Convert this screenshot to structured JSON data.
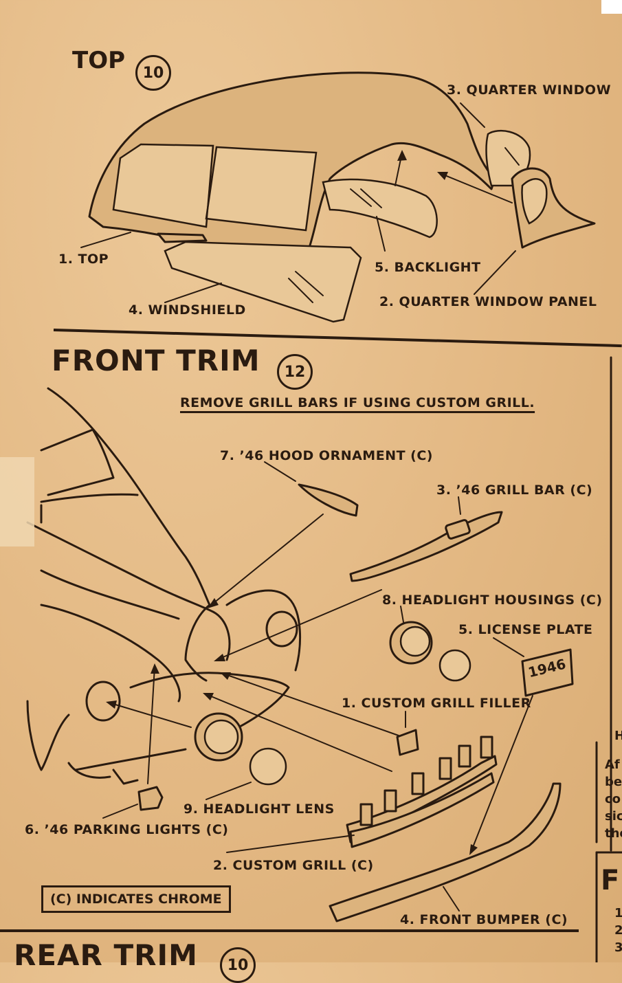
{
  "top": {
    "title": "TOP",
    "number": "10",
    "labels": {
      "top": "1. TOP",
      "quarter_window_panel": "2. QUARTER WINDOW PANEL",
      "quarter_window": "3. QUARTER WINDOW",
      "windshield": "4. WINDSHIELD",
      "backlight": "5. BACKLIGHT"
    }
  },
  "front_trim": {
    "title": "FRONT TRIM",
    "number": "12",
    "instruction": "REMOVE GRILL BARS IF USING CUSTOM GRILL.",
    "labels": {
      "custom_grill_filler": "1. CUSTOM GRILL FILLER",
      "custom_grill": "2. CUSTOM GRILL (C)",
      "grill_bar": "3. ’46 GRILL BAR (C)",
      "front_bumper": "4. FRONT BUMPER (C)",
      "license_plate": "5. LICENSE PLATE",
      "parking_lights": "6. ’46 PARKING LIGHTS (C)",
      "hood_ornament": "7. ’46 HOOD ORNAMENT (C)",
      "headlight_housings": "8. HEADLIGHT HOUSINGS (C)",
      "headlight_lens": "9. HEADLIGHT LENS"
    },
    "plate_text": "1946",
    "chrome_note": "(C) INDICATES CHROME"
  },
  "rear_trim": {
    "title": "REAR TRIM",
    "number": "10"
  },
  "right_edge": {
    "fragments": [
      "H",
      "Af",
      "be",
      "co",
      "sic",
      "the",
      "F",
      "1",
      "2",
      "3"
    ]
  },
  "colors": {
    "paper": "#e6bf8c",
    "ink": "#2a1b10"
  }
}
